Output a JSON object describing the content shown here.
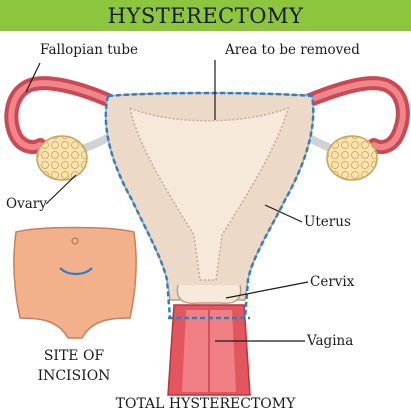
{
  "title": "HYSTERECTOMY",
  "labels": {
    "fallopian_tube": "Fallopian tube",
    "area_removed": "Area to be removed",
    "ovary": "Ovary",
    "uterus": "Uterus",
    "cervix": "Cervix",
    "vagina": "Vagina"
  },
  "incision_caption": [
    "SITE OF",
    "INCISION"
  ],
  "footer": "TOTAL HYSTERECTOMY",
  "colors": {
    "title_bar": "#8cc63f",
    "skin": "#f3b18b",
    "tube": "#e06068",
    "ovary": "#f8e2ad",
    "uterus_wall": "#ecd9c8",
    "cavity": "#f6e9dc",
    "vagina": "#e2565f",
    "cut_line": "#2f7fc3"
  }
}
